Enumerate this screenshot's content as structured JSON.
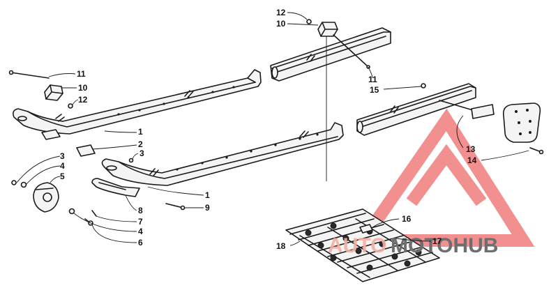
{
  "callouts": {
    "c1a": "1",
    "c1b": "1",
    "c2": "2",
    "c3a": "3",
    "c3b": "3",
    "c4a": "4",
    "c4b": "4",
    "c5": "5",
    "c6": "6",
    "c7": "7",
    "c8": "8",
    "c9": "9",
    "c10a": "10",
    "c10b": "10",
    "c11a": "11",
    "c11b": "11",
    "c12a": "12",
    "c12b": "12",
    "c13": "13",
    "c14": "14",
    "c15": "15",
    "c16": "16",
    "c17": "17",
    "c18": "18"
  },
  "watermark": {
    "part_a": "AUTO",
    "part_b": "MOTOHUB",
    "color": "#f07c7c"
  }
}
